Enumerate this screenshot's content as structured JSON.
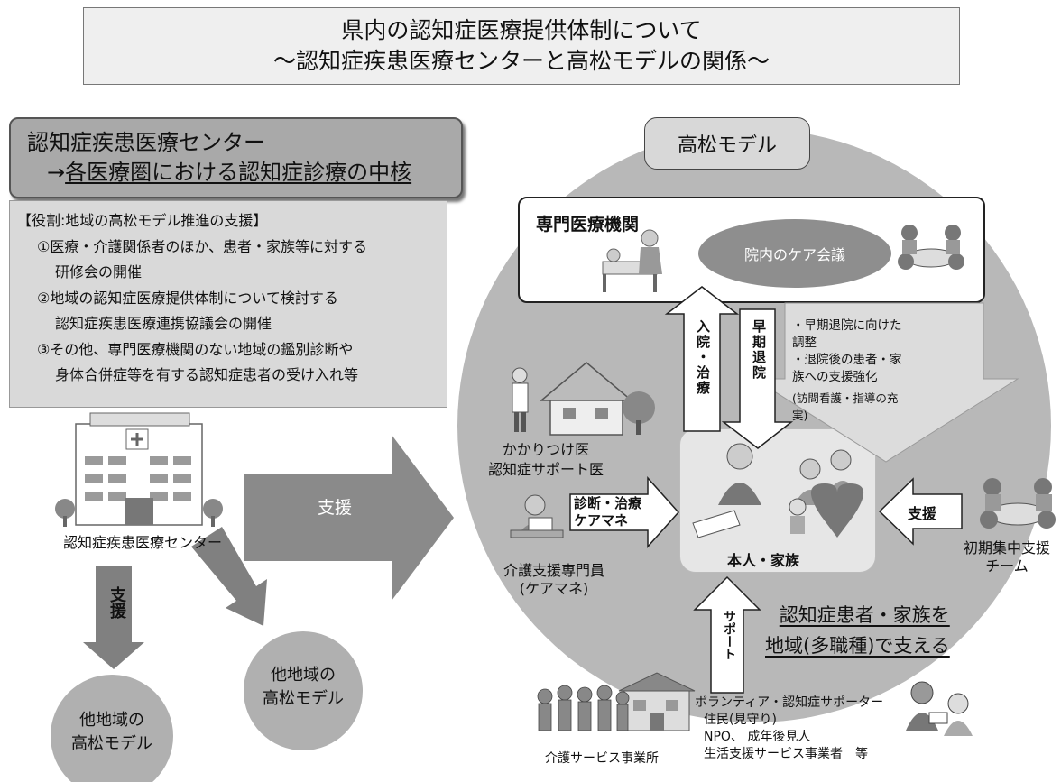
{
  "title": {
    "line1": "県内の認知症医療提供体制について",
    "line2": "～認知症疾患医療センターと高松モデルの関係～"
  },
  "center_box": {
    "line1": "認知症疾患医療センター",
    "arrow": "→",
    "line2": "各医療圏における認知症診療の中核"
  },
  "role": {
    "heading": "【役割:地域の高松モデル推進の支援】",
    "items": [
      "①医療・介護関係者のほか、患者・家族等に対する",
      "研修会の開催",
      "②地域の認知症医療提供体制について検討する",
      "認知症疾患医療連携協議会の開催",
      "③その他、専門医療機関のない地域の鑑別診断や",
      "身体合併症等を有する認知症患者の受け入れ等"
    ]
  },
  "left": {
    "center_label": "認知症疾患医療センター",
    "big_arrow_label": "支援",
    "down_arrow_label": "支援",
    "diag_arrow_label": "支援",
    "other_region_1": [
      "他地域の",
      "高松モデル"
    ],
    "other_region_2": [
      "他地域の",
      "高松モデル"
    ]
  },
  "model": {
    "title": "高松モデル",
    "hospital": "専門医療機関",
    "care_meeting": "院内のケア会議",
    "notes": [
      "・早期退院に向けた",
      "調整",
      "・退院後の患者・家",
      "族への支援強化",
      "(訪問看護・指導の充",
      "実)"
    ],
    "arrow_admission": "入院・治療",
    "arrow_discharge": "早期退院",
    "gp_label": [
      "かかりつけ医",
      "認知症サポート医"
    ],
    "cm_label": [
      "介護支援専門員",
      "(ケアマネ)"
    ],
    "diag_arrow": [
      "診断・治療",
      "ケアマネ"
    ],
    "family_label": "本人・家族",
    "support_right_arrow": "支援",
    "initial_team": [
      "初期集中支援",
      "チーム"
    ],
    "support_up_arrow": "サポート",
    "slogan": [
      "認知症患者・家族を",
      "地域(多職種)で支える"
    ]
  },
  "bottom": {
    "care_office": "介護サービス事業所",
    "volunteers": [
      "ボランティア・認知症サポーター",
      "住民(見守り)",
      "NPO、 成年後見人",
      "生活支援サービス事業者　等"
    ]
  }
}
